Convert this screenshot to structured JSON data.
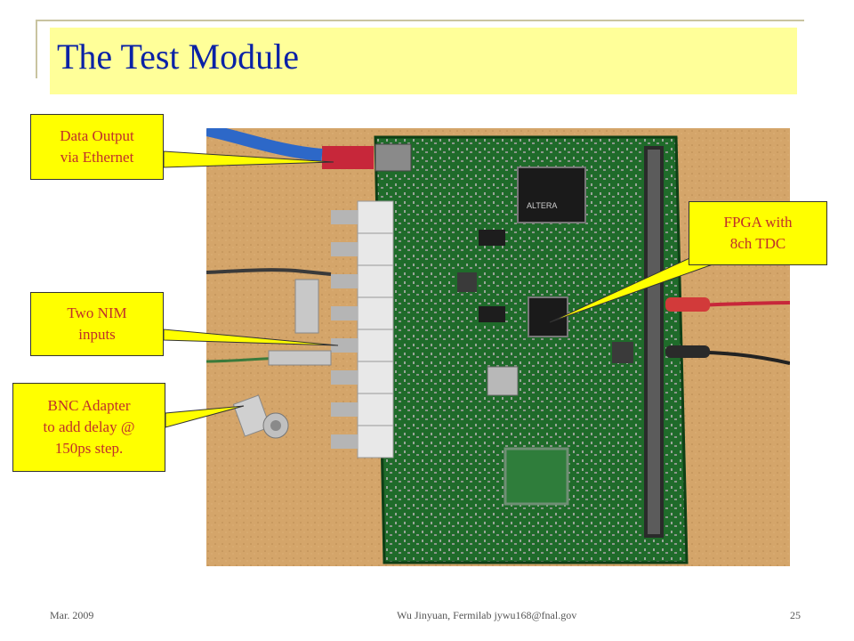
{
  "slide": {
    "title": "The Test Module",
    "callouts": {
      "data_output": "Data Output\nvia Ethernet",
      "fpga": "FPGA with\n8ch TDC",
      "nim": "Two NIM\ninputs",
      "bnc": "BNC Adapter\nto add delay @\n150ps step."
    },
    "footer": {
      "date": "Mar. 2009",
      "author": "Wu Jinyuan, Fermilab jywu168@fnal.gov",
      "page": "25"
    }
  },
  "colors": {
    "title": "#0b22a6",
    "title_band": "#ffff99",
    "callout_bg": "#ffff00",
    "callout_text": "#c0302a",
    "board": "#1f6b2a",
    "table": "#d4a56a"
  }
}
